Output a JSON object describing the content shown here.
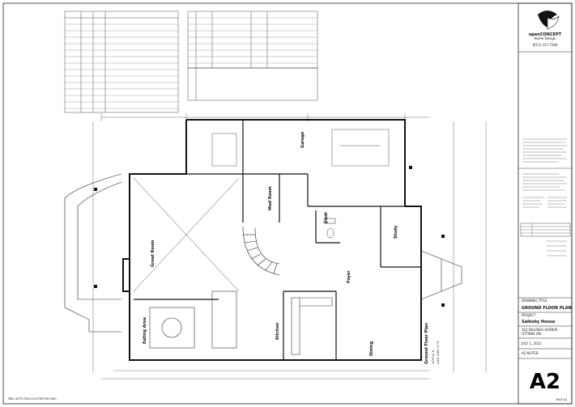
{
  "title_block": {
    "logo_name": "openCONCEPT",
    "logo_sub": "Home Design",
    "phone": "(613) 317-7206",
    "sheet_title_label": "DRAWING TITLE",
    "sheet_title": "GROUND FLOOR PLAN",
    "project_label": "PROJECT",
    "project_name": "Salkoby House",
    "address_line1": "262 BILLINGS AVENUE",
    "address_line2": "OTTAWA ON",
    "date": "JULY 1, 2021",
    "scale": "AS NOTED",
    "sheet_number": "A2"
  },
  "plan": {
    "title": "Ground Floor Plan",
    "area": "1579 sq. ft.",
    "scale_note": "scale: 3/16\"=1'-0\""
  },
  "rooms": {
    "garage": "Garage",
    "great_room": "Great Room",
    "mud_room": "Mud Room",
    "study": "Study",
    "foyer": "Foyer",
    "kitchen": "Kitchen",
    "eating_area": "Eating Area",
    "dining": "Dining",
    "powder": "pwdr"
  },
  "footer": {
    "left_note": "MBS LIETTE RON 2216 PIM RON 3663",
    "right_note": "PAGE A2"
  },
  "colors": {
    "ink": "#111111",
    "paper": "#ffffff"
  }
}
